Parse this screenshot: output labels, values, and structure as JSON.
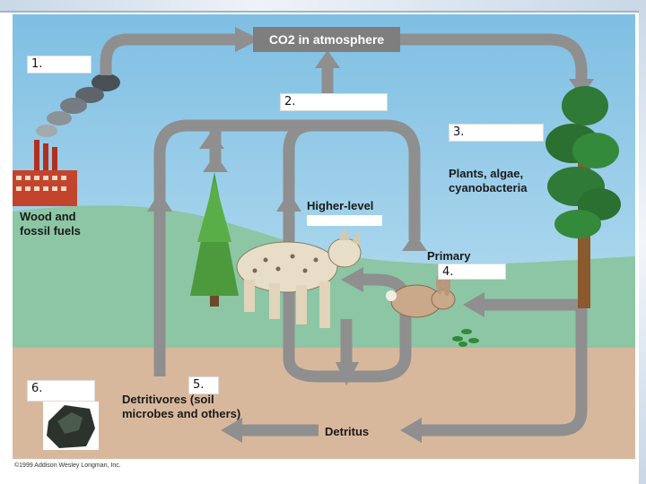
{
  "diagram": {
    "co2_box": "CO2 in atmosphere",
    "blanks": [
      "1.",
      "2.",
      "3.",
      "4.",
      "5.",
      "6."
    ],
    "labels": {
      "wood_fuels": "Wood and fossil fuels",
      "plants": "Plants, algae, cyanobacteria",
      "higher_level": "Higher-level",
      "primary": "Primary",
      "detritivores": "Detritivores (soil microbes and others)",
      "detritus": "Detritus"
    },
    "credit": "©1999 Addison Wesley Longman, Inc.",
    "colors": {
      "arrow": "#8f8f8f",
      "sky": "#a9d4ea",
      "hill": "#8cc6a4",
      "ground": "#d8b89d",
      "co2_box": "#7e7e7e"
    }
  }
}
